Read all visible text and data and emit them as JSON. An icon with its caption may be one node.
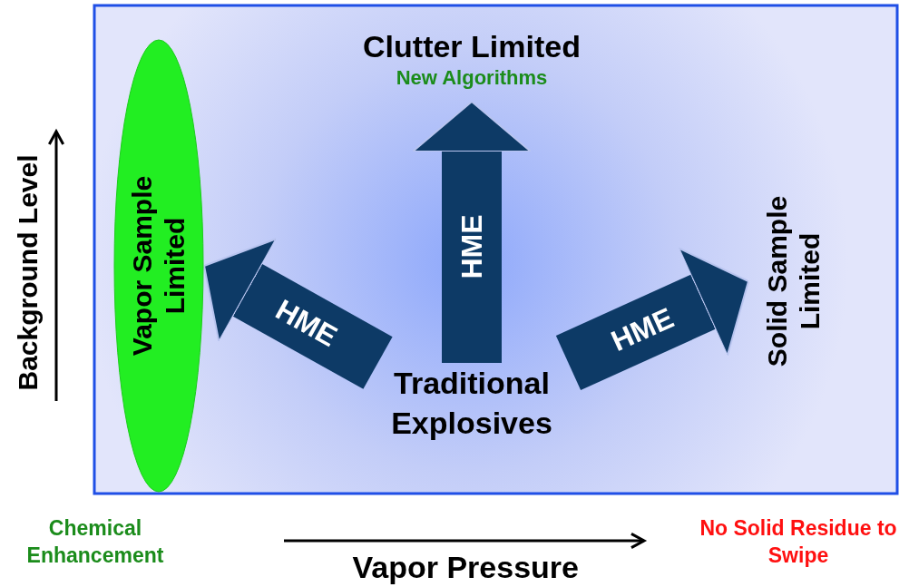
{
  "diagram": {
    "nodes": [
      {
        "text": [
          "Clutter Limited",
          "New Algorithms"
        ]
      },
      {
        "text": [
          "Vapor Sample Limited"
        ]
      },
      {
        "text": [
          "Traditional Explosives"
        ]
      },
      {
        "text": [
          "Solid Sample Limited"
        ]
      }
    ],
    "edges": [
      {
        "from": 2,
        "to": 1,
        "arrow": "to",
        "label": "HME"
      },
      {
        "from": 2,
        "to": 0,
        "arrow": "to",
        "label": "HME"
      },
      {
        "from": 2,
        "to": 3,
        "arrow": "to",
        "label": "HME"
      }
    ],
    "labels": [
      "Background Level",
      "Chemical Enhancement",
      "Vapor Pressure",
      "No Solid Residue to Swipe"
    ]
  }
}
